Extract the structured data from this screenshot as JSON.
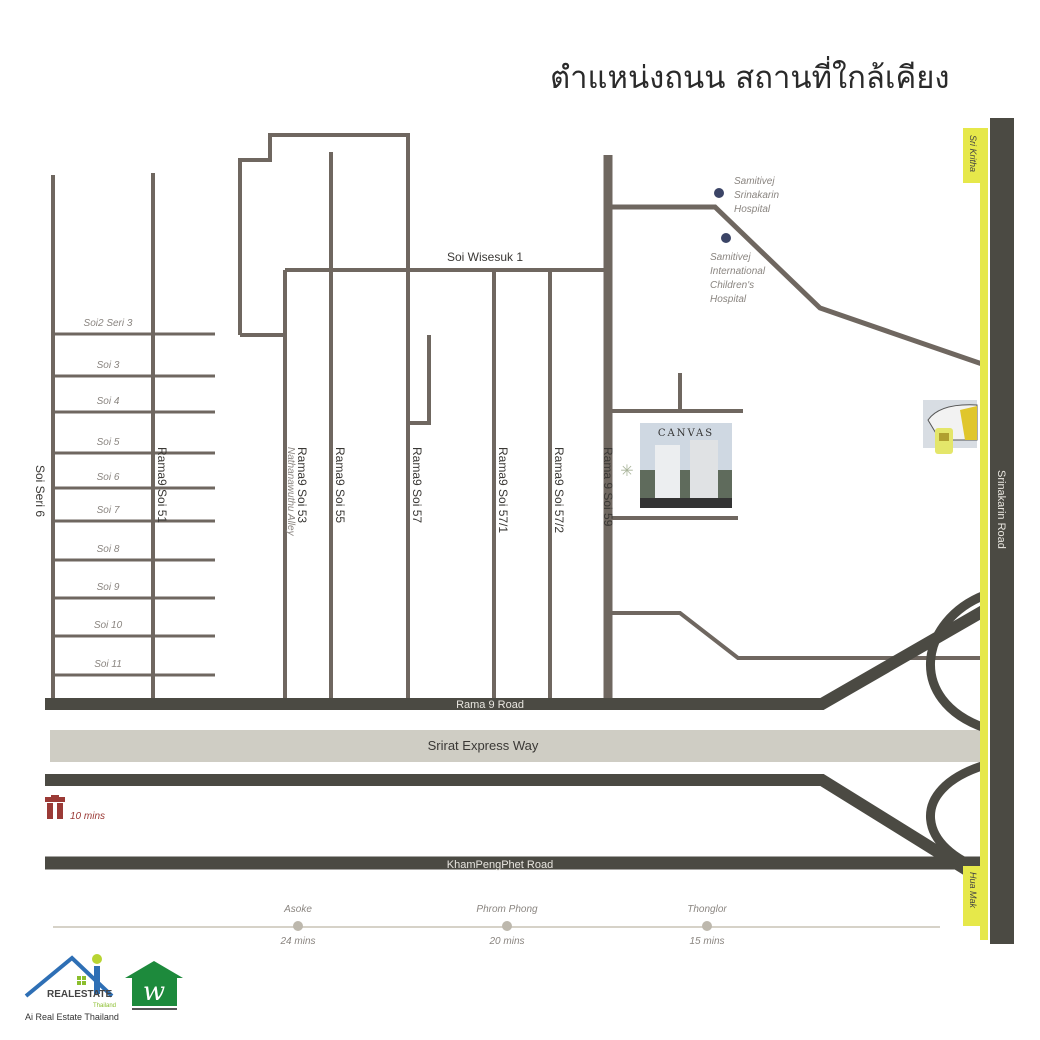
{
  "title": "ตำแหน่งถนน สถานที่ใกล้เคียง",
  "colors": {
    "minor_road": "#6f6760",
    "major_road": "#4b4a43",
    "expressway": "#cfcdc4",
    "bts_line": "#e6e84a",
    "hospital": "#3b4466",
    "toll": "#9b3a36"
  },
  "side_sois": [
    "Soi2 Seri 3",
    "Soi 3",
    "Soi 4",
    "Soi 5",
    "Soi 6",
    "Soi 7",
    "Soi 8",
    "Soi 9",
    "Soi 10",
    "Soi 11"
  ],
  "roads": {
    "soi_seri_6": "Soi Seri 6",
    "soi_51": "Rama9 Soi 51",
    "soi_53": "Rama9 Soi 53",
    "soi_53_sub": "Nathanawuthu Alley",
    "soi_55": "Rama9 Soi 55",
    "soi_57": "Rama9 Soi 57",
    "soi_57_1": "Rama9 Soi 57/1",
    "soi_57_2": "Rama9 Soi 57/2",
    "soi_59": "Rama 9 Soi 59",
    "wisesuk": "Soi Wisesuk 1",
    "rama9": "Rama 9 Road",
    "expressway": "Srirat Express Way",
    "khampengphet": "KhamPengPhet Road",
    "srinakarin": "Srinakarin Road"
  },
  "stations": {
    "top": "Sri Kritha",
    "bottom": "Hua Mak"
  },
  "hospitals": [
    {
      "lines": [
        "Samitivej",
        "Srinakarin",
        "Hospital"
      ]
    },
    {
      "lines": [
        "Samitivej",
        "International",
        "Children's",
        "Hospital"
      ]
    }
  ],
  "project": {
    "name": "CANVAS"
  },
  "toll": {
    "icon": "expressway-toll-icon",
    "time": "10 mins"
  },
  "timeline": [
    {
      "place": "Asoke",
      "time": "24 mins"
    },
    {
      "place": "Phrom Phong",
      "time": "20 mins"
    },
    {
      "place": "Thonglor",
      "time": "15 mins"
    }
  ],
  "logos": {
    "brand": "REALESTATE",
    "brand_sub": "Thailand",
    "caption": "Ai Real Estate Thailand"
  }
}
